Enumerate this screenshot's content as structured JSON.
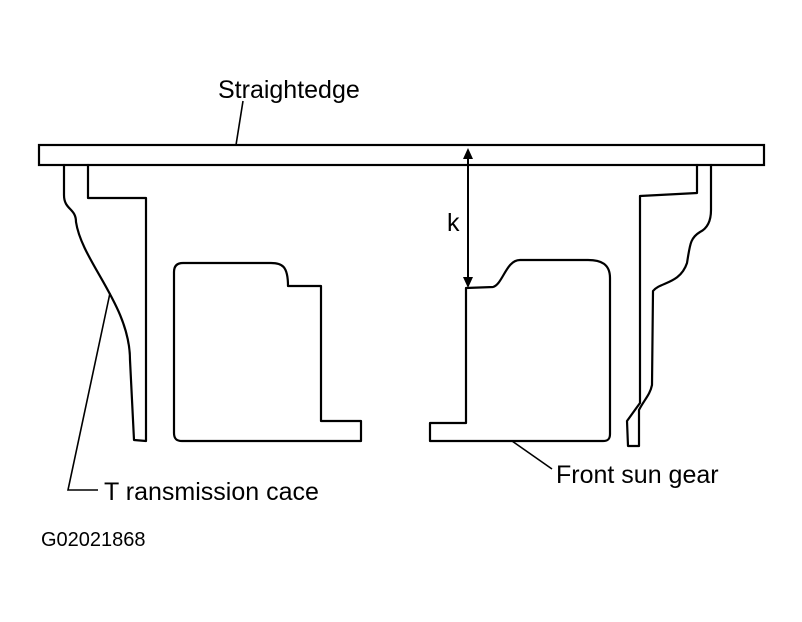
{
  "labels": {
    "straightedge": "Straightedge",
    "dimension": "k",
    "case": "T ransmission cace",
    "gear": "Front sun gear",
    "code": "G02021868"
  }
}
